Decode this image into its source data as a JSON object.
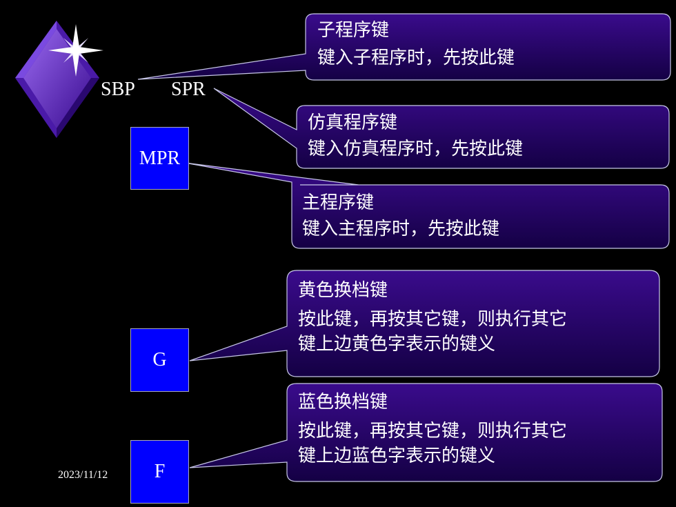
{
  "labels": {
    "sbp": "SBP",
    "spr": "SPR",
    "mpr": "MPR",
    "g": "G",
    "f": "F",
    "date": "2023/11/12"
  },
  "callouts": {
    "subroutine": {
      "title": "子程序键",
      "desc": "键入子程序时，先按此键"
    },
    "simulation": {
      "title": "仿真程序键",
      "desc": "键入仿真程序时，先按此键"
    },
    "main": {
      "title": "主程序键",
      "desc": "键入主程序时，先按此键"
    },
    "yellow": {
      "title": "黄色换档键",
      "line1": "按此键，再按其它键，则执行其它",
      "line2": "键上边黄色字表示的键义"
    },
    "blue": {
      "title": "蓝色换档键",
      "line1": "按此键，再按其它键，则执行其它",
      "line2": "键上边蓝色字表示的键义"
    }
  },
  "colors": {
    "key_blue": "#0000ff",
    "callout_top": "#3a0b8c",
    "callout_bottom": "#140044",
    "diamond": "#6a2ad0"
  }
}
